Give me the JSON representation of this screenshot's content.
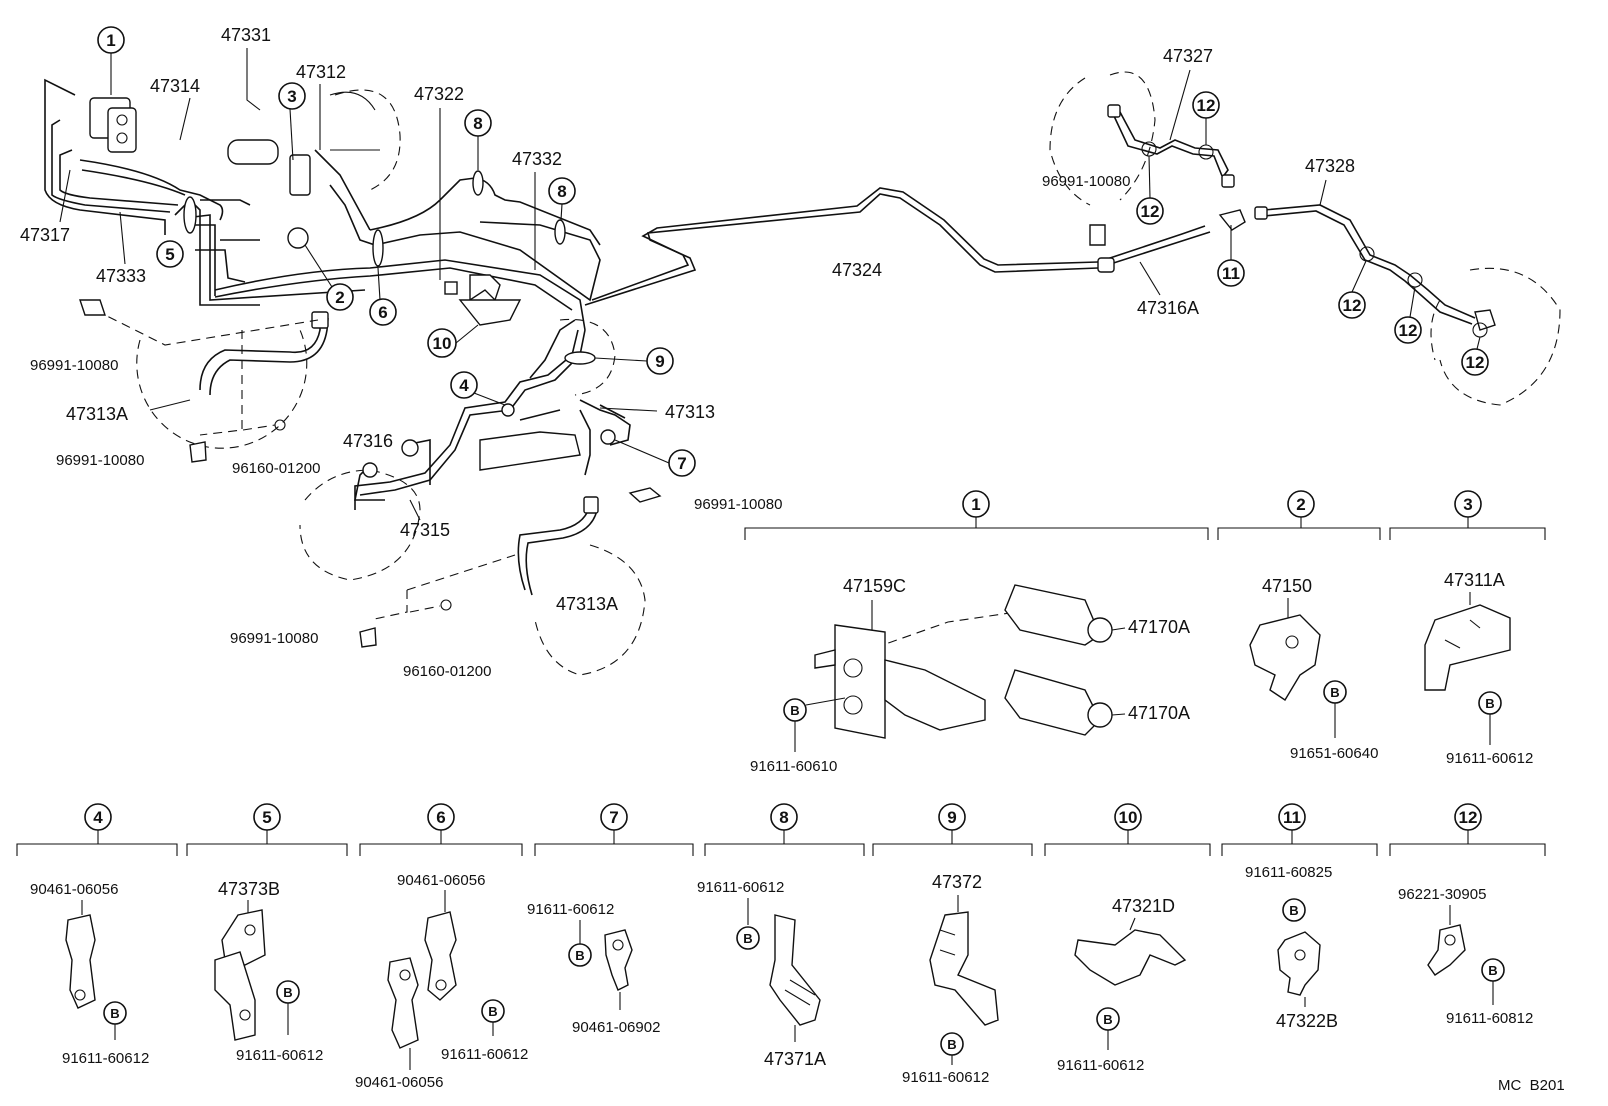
{
  "diagram": {
    "main_labels": {
      "p47331": "47331",
      "p47312": "47312",
      "p47314": "47314",
      "p47317": "47317",
      "p47333": "47333",
      "p47322": "47322",
      "p47332": "47332",
      "p96991_a": "96991-10080",
      "p47313A_a": "47313A",
      "p96991_b": "96991-10080",
      "p96160_a": "96160-01200",
      "p47316": "47316",
      "p47315": "47315",
      "p47313": "47313",
      "p96991_c": "96991-10080",
      "p47313A_b": "47313A",
      "p96991_d": "96991-10080",
      "p96160_b": "96160-01200",
      "p47327": "47327",
      "p96991_e": "96991-10080",
      "p47324": "47324",
      "p47316A": "47316A",
      "p47328": "47328"
    },
    "callouts": [
      "1",
      "2",
      "3",
      "4",
      "5",
      "6",
      "7",
      "8",
      "9",
      "10",
      "11",
      "12"
    ],
    "detail": {
      "g1": {
        "num": "1",
        "bracket": "47159C",
        "cyl_top": "47170A",
        "cyl_bot": "47170A",
        "bolt": "91611-60610"
      },
      "g2": {
        "num": "2",
        "part": "47150",
        "bolt": "91651-60640"
      },
      "g3": {
        "num": "3",
        "part": "47311A",
        "bolt": "91611-60612"
      },
      "g4": {
        "num": "4",
        "part": "90461-06056",
        "bolt": "91611-60612"
      },
      "g5": {
        "num": "5",
        "part": "47373B",
        "bolt": "91611-60612"
      },
      "g6": {
        "num": "6",
        "part_top": "90461-06056",
        "part_bot": "90461-06056",
        "bolt": "91611-60612"
      },
      "g7": {
        "num": "7",
        "bolt": "91611-60612",
        "part": "90461-06902"
      },
      "g8": {
        "num": "8",
        "bolt": "91611-60612",
        "part": "47371A"
      },
      "g9": {
        "num": "9",
        "part": "47372",
        "bolt": "91611-60612"
      },
      "g10": {
        "num": "10",
        "part": "47321D",
        "bolt": "91611-60612"
      },
      "g11": {
        "num": "11",
        "bolt": "91611-60825",
        "part": "47322B"
      },
      "g12": {
        "num": "12",
        "part": "96221-30905",
        "bolt": "91611-60812"
      },
      "bolt_letter": "B"
    },
    "footer_code": "MC  B201"
  }
}
